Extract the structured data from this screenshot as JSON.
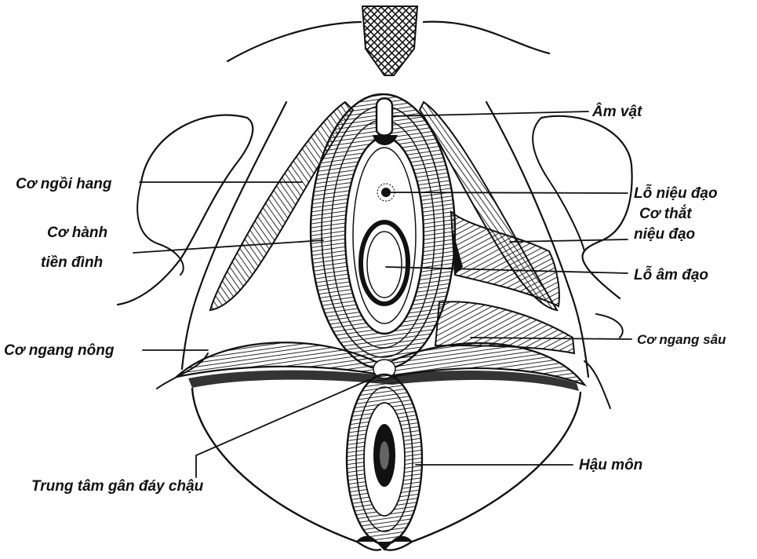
{
  "labels": {
    "am_vat": "Âm vật",
    "co_ngoi_hang": "Cơ ngồi hang",
    "lo_nieu_dao": "Lỗ niệu đạo",
    "co_that_line1": "Cơ thắt",
    "co_that_line2": "niệu đạo",
    "co_hanh_line1": "Cơ hành",
    "co_hanh_line2": "tiền đình",
    "lo_am_dao": "Lỗ âm đạo",
    "co_ngang_nong": "Cơ ngang nông",
    "co_ngang_sau": "Cơ ngang sâu",
    "hau_mon": "Hậu môn",
    "trung_tam_gan": "Trung tâm gân đáy chậu"
  },
  "colors": {
    "ink": "#111111",
    "background": "#ffffff"
  }
}
